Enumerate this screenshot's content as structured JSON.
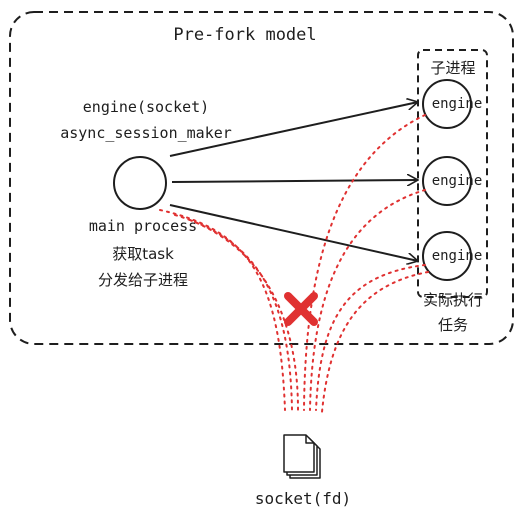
{
  "diagram": {
    "title": "Pre-fork model",
    "main_engine_line1": "engine(socket)",
    "main_engine_line2": "async_session_maker",
    "main_process_label": "main process",
    "main_task_line1": "获取task",
    "main_task_line2": "分发给子进程",
    "child_group_label": "子进程",
    "child_engines": [
      "engine",
      "engine",
      "engine"
    ],
    "child_role_line1": "实际执行",
    "child_role_line2": "任务",
    "socket_label": "socket(fd)",
    "blocked_mark": "cross-icon",
    "colors": {
      "stroke": "#1e1e1e",
      "shared_socket_line": "#e03131",
      "blocked_mark": "#e03131"
    }
  }
}
